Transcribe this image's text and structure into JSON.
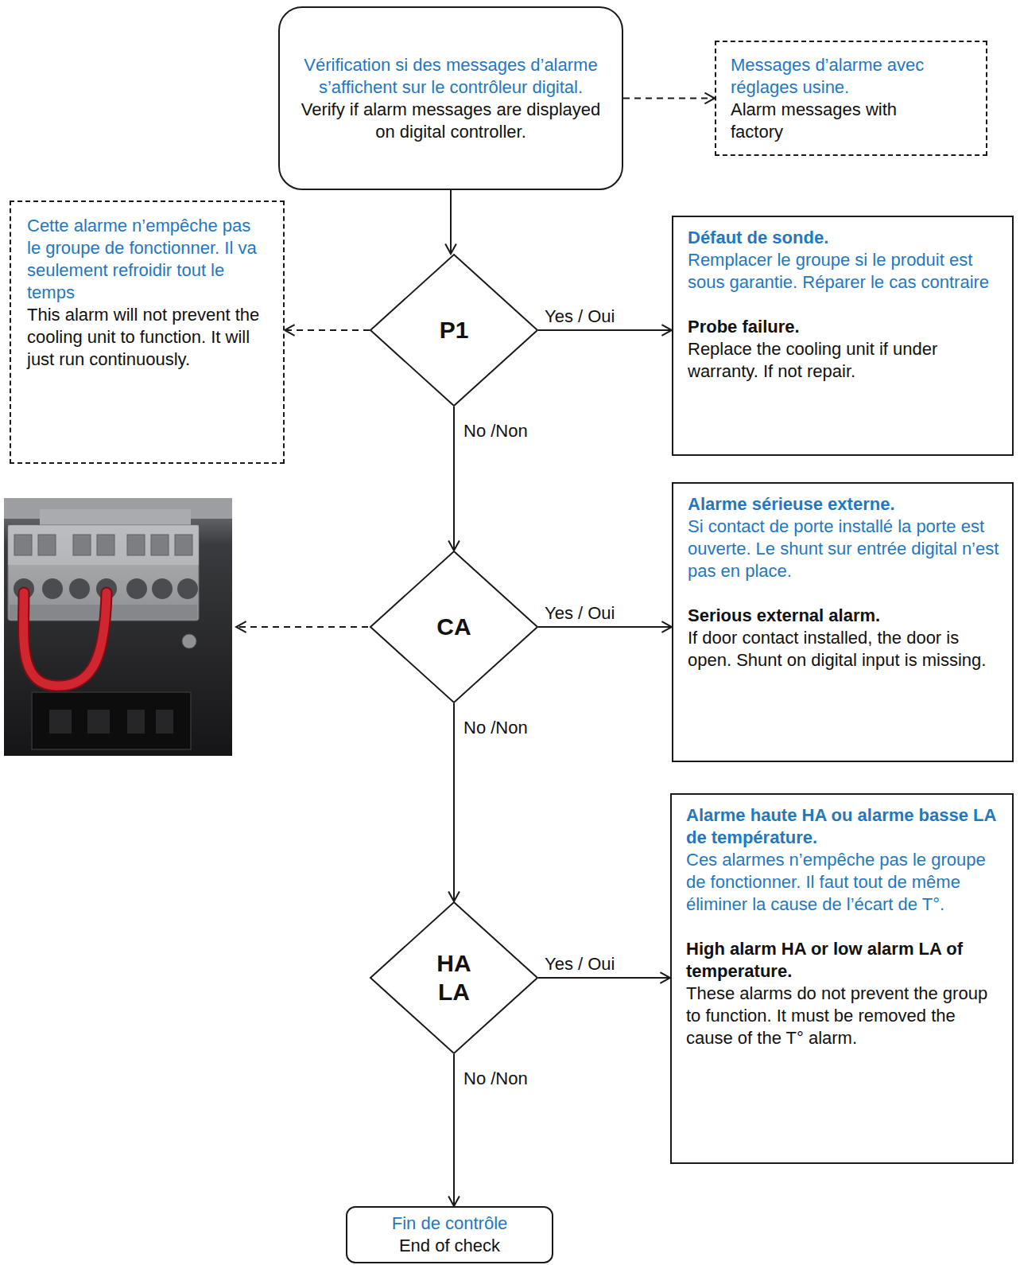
{
  "diagram": {
    "nodes": [
      {
        "text": [
          "Vérification si des messages d’alarme s’affichent sur le contrôleur digital.",
          "Verify if alarm messages are displayed on digital controller."
        ]
      },
      {
        "text": [
          "Messages d’alarme avec réglages usine.",
          "Alarm messages with factory"
        ]
      },
      {
        "text": [
          "Cette alarme n’empêche pas le groupe de fonctionner. Il va seulement refroidir tout le temps",
          "This alarm will not prevent the cooling unit to function. It will just run continuously."
        ]
      },
      {
        "text": [
          "P1"
        ]
      },
      {
        "text": [
          "Défaut de sonde.",
          "Remplacer le groupe si le produit est sous garantie. Réparer le cas contraire",
          "Probe failure.",
          "Replace the cooling unit if under warranty. If not repair."
        ]
      },
      {
        "text": [
          "CA"
        ]
      },
      {
        "text": [
          "Alarme sérieuse externe.",
          "Si contact de porte installé la porte est ouverte. Le shunt sur entrée digital n’est pas en place.",
          "Serious external alarm.",
          "If door contact installed, the door is open. Shunt on digital input is missing."
        ]
      },
      {
        "text": [
          "HA LA"
        ]
      },
      {
        "text": [
          "Alarme haute HA ou alarme basse LA de température.",
          "Ces alarmes n’empêche pas le groupe de fonctionner. Il faut tout de même éliminer la cause de l’écart de T°.",
          "High alarm HA or low alarm LA of temperature.",
          "These alarms do not prevent the group to function. It must be removed the cause of the T° alarm."
        ]
      },
      {
        "text": [
          "Fin de contrôle",
          "End of check"
        ]
      }
    ],
    "edges": [
      {
        "from": 0,
        "to": 1,
        "arrow": "to"
      },
      {
        "from": 0,
        "to": 3,
        "arrow": "to"
      },
      {
        "from": 3,
        "to": 2,
        "arrow": "to"
      },
      {
        "from": 3,
        "to": 4,
        "label": "Yes / Oui",
        "arrow": "to"
      },
      {
        "from": 3,
        "to": 5,
        "label": "No /Non",
        "arrow": "to"
      },
      {
        "from": 5,
        "to": 6,
        "label": "Yes / Oui",
        "arrow": "to"
      },
      {
        "from": 5,
        "to": 7,
        "label": "No /Non",
        "arrow": "to"
      },
      {
        "from": 7,
        "to": 8,
        "label": "Yes / Oui",
        "arrow": "to"
      },
      {
        "from": 7,
        "to": 9,
        "label": "No /Non",
        "arrow": "to"
      }
    ]
  }
}
